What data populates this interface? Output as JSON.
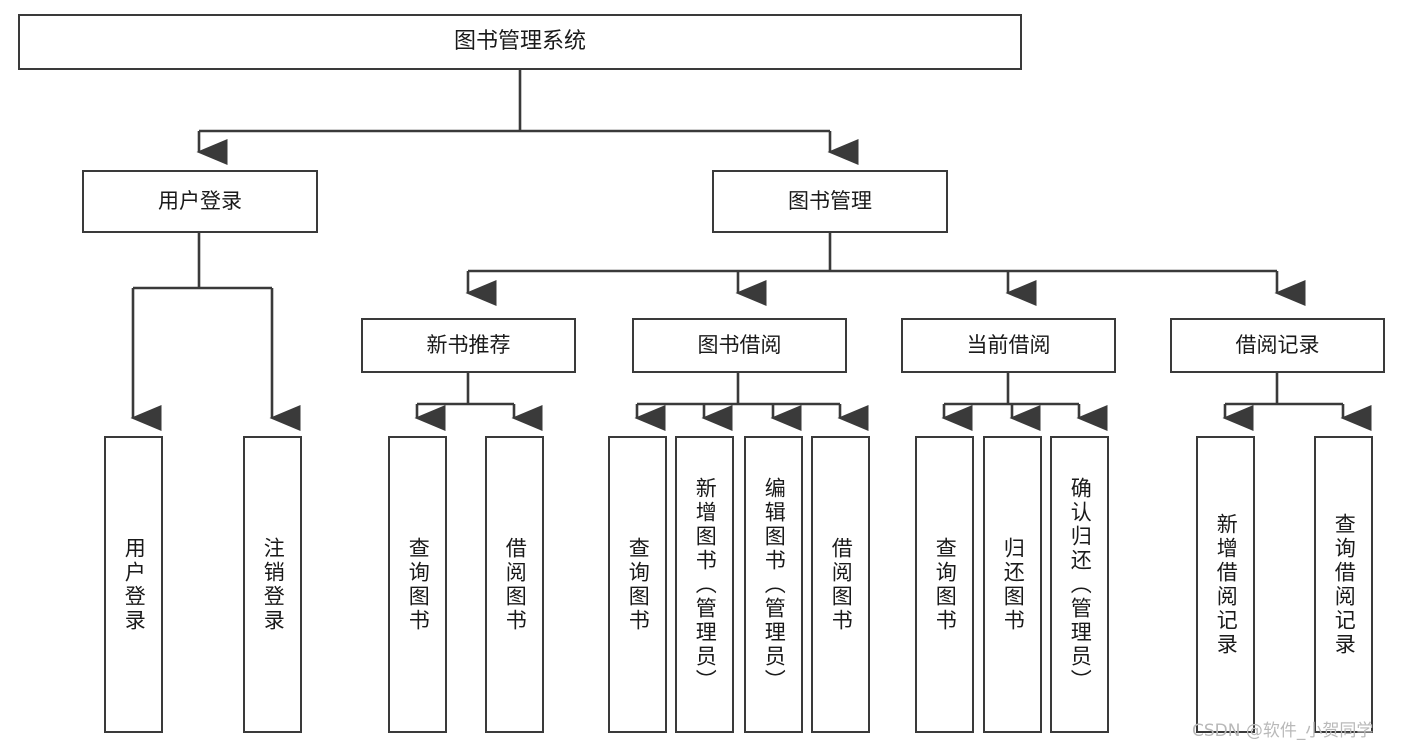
{
  "diagram": {
    "title": "图书管理系统",
    "type": "tree-hierarchy-diagram",
    "colors": {
      "stroke": "#3a3a3a",
      "fill": "#ffffff",
      "text": "#1a1a1a",
      "watermark": "#b9b9b9"
    },
    "root": {
      "label": "图书管理系统"
    },
    "level1": [
      {
        "id": "user-login",
        "label": "用户登录"
      },
      {
        "id": "book-management",
        "label": "图书管理"
      }
    ],
    "level2": [
      {
        "id": "new-book-recommend",
        "label": "新书推荐",
        "parent": "book-management"
      },
      {
        "id": "book-borrow",
        "label": "图书借阅",
        "parent": "book-management"
      },
      {
        "id": "current-borrow",
        "label": "当前借阅",
        "parent": "book-management"
      },
      {
        "id": "borrow-record",
        "label": "借阅记录",
        "parent": "book-management"
      }
    ],
    "leaves": {
      "user_login": [
        {
          "id": "leaf-user-login",
          "label": "用户登录"
        },
        {
          "id": "leaf-user-logout",
          "label": "注销登录"
        }
      ],
      "new_book_recommend": [
        {
          "id": "leaf-query-book-1",
          "label": "查询图书"
        },
        {
          "id": "leaf-borrow-book-1",
          "label": "借阅图书"
        }
      ],
      "book_borrow": [
        {
          "id": "leaf-query-book-2",
          "label": "查询图书"
        },
        {
          "id": "leaf-add-book",
          "label": "新增图书（管理员）"
        },
        {
          "id": "leaf-edit-book",
          "label": "编辑图书（管理员）"
        },
        {
          "id": "leaf-borrow-book-2",
          "label": "借阅图书"
        }
      ],
      "current_borrow": [
        {
          "id": "leaf-query-book-3",
          "label": "查询图书"
        },
        {
          "id": "leaf-return-book",
          "label": "归还图书"
        },
        {
          "id": "leaf-confirm-return",
          "label": "确认归还（管理员）"
        }
      ],
      "borrow_record": [
        {
          "id": "leaf-add-record",
          "label": "新增借阅记录"
        },
        {
          "id": "leaf-query-record",
          "label": "查询借阅记录"
        }
      ]
    },
    "watermark": "CSDN @软件_小贺同学"
  }
}
